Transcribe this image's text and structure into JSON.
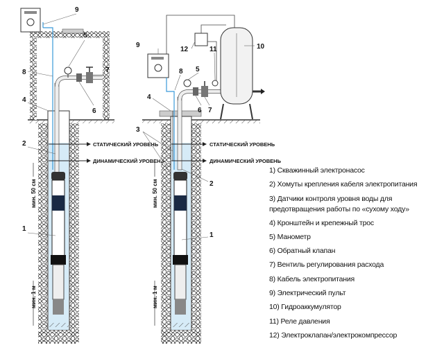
{
  "diagram": {
    "levels": {
      "static": "СТАТИЧЕСКИЙ УРОВЕНЬ",
      "dynamic": "ДИНАМИЧЕСКИЙ УРОВЕНЬ"
    },
    "dimensions": {
      "min_50cm": "мин. 50 см",
      "min_1m": "мин. 1 м"
    },
    "left_callouts": [
      "1",
      "2",
      "4",
      "5",
      "6",
      "7",
      "8",
      "9"
    ],
    "right_callouts": [
      "1",
      "2",
      "3",
      "4",
      "5",
      "6",
      "7",
      "8",
      "9",
      "10",
      "11",
      "12"
    ],
    "colors": {
      "water": "#d6ebf7",
      "cable": "#3a9ad9",
      "line": "#333333"
    }
  },
  "legend": [
    "1) Скважинный электронасос",
    "2) Хомуты крепления кабеля электропитания",
    "3) Датчики контроля уровня воды для предотвращения работы по «сухому ходу»",
    "4) Кронштейн и крепежный трос",
    "5) Манометр",
    "6) Обратный клапан",
    "7) Вентиль регулирования расхода",
    "8) Кабель электропитания",
    "9) Электрический пульт",
    "10) Гидроаккумулятор",
    "11) Реле давления",
    "12) Электроклапан/электрокомпрессор"
  ]
}
